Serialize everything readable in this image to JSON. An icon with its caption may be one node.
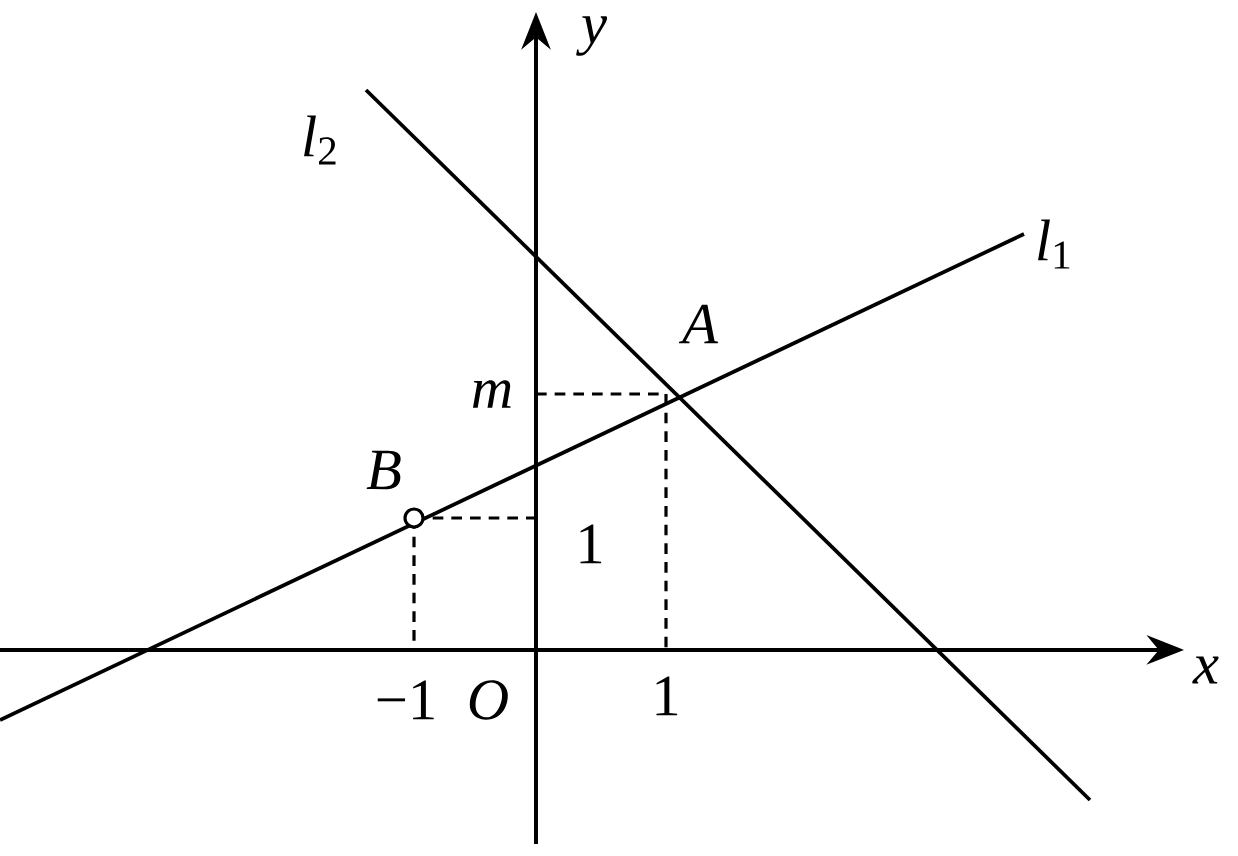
{
  "diagram": {
    "labels": [
      "y",
      "*l*$_{2}$",
      "*l*$_{1}$",
      "A",
      "m",
      "B",
      "1",
      "x",
      "−1",
      "O",
      "1"
    ]
  }
}
